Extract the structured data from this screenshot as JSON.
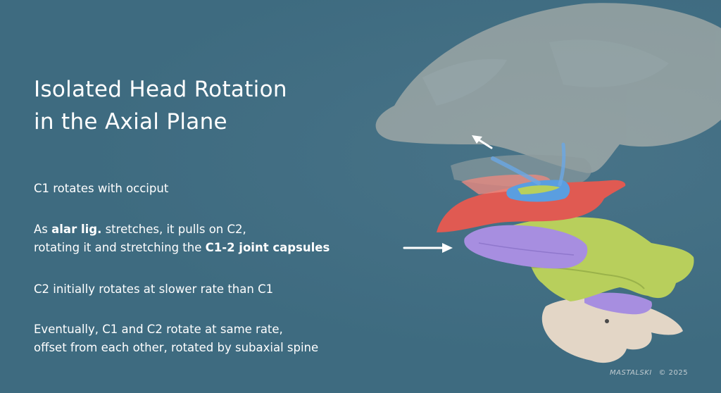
{
  "title": {
    "line1": "Isolated Head Rotation",
    "line2": "in the Axial Plane"
  },
  "paragraphs": {
    "p1": {
      "line1": "C1 rotates with occiput"
    },
    "p2": {
      "line1_pre": "As ",
      "line1_bold": "alar lig.",
      "line1_post": " stretches, it pulls on C2,",
      "line2_pre": "rotating it and stretching the ",
      "line2_bold": "C1-2 joint capsules"
    },
    "p3": {
      "line1": "C2 initially rotates at slower rate than C1"
    },
    "p4": {
      "line1": "Eventually, C1 and C2 rotate at same rate,",
      "line2": "offset from each other, rotated by subaxial spine"
    }
  },
  "credit": {
    "signature": "MASTALSKI",
    "copyright": "© 2025"
  },
  "colors": {
    "background": "#3e6b80",
    "text": "#ffffff",
    "skull": "#e8ddd0",
    "c1_atlas": "#e05a52",
    "c2_axis": "#b8cf5c",
    "joint_capsule": "#a78ee0",
    "alar_ligament": "#5a9ee0",
    "subaxial_vertebra": "#e3d6c6"
  },
  "icons": [
    "rotation-arrow-icon",
    "pointer-arrow-icon"
  ]
}
